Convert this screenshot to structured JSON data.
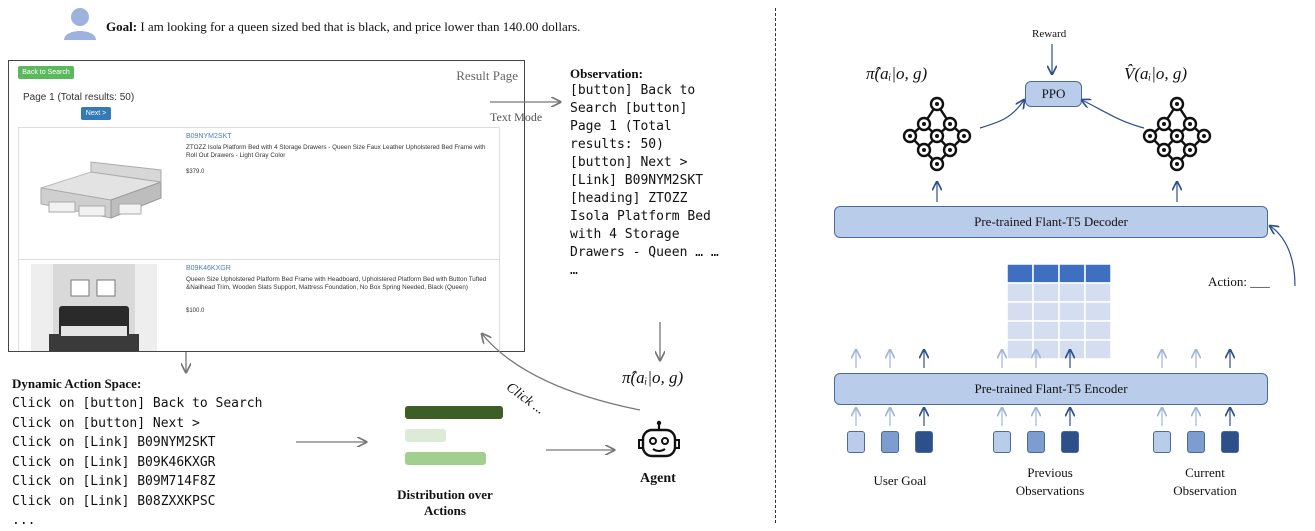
{
  "goal": {
    "label": "Goal:",
    "text": "I am looking for a queen sized bed that is black, and price lower than 140.00 dollars."
  },
  "webpage": {
    "back_button": "Back to Search",
    "result_page_label": "Result Page",
    "page_info": "Page 1 (Total results: 50)",
    "next_button": "Next >",
    "items": [
      {
        "asin": "B09NYM2SKT",
        "description": "ZTOZZ Isola Platform Bed with 4 Storage Drawers - Queen Size Faux Leather Upholstered Bed Frame with Roll Out Drawers - Light Gray Color",
        "price": "$379.0"
      },
      {
        "asin": "B09K46KXGR",
        "description": "Queen Size Upholstered Platform Bed Frame with Headboard, Upholstered Platform Bed with Button Tufted &Nailhead Trim, Wooden Slats Support, Mattress Foundation, No Box Spring Needed, Black (Queen)",
        "price": "$100.0"
      }
    ]
  },
  "text_mode_label": "Text Mode",
  "observation": {
    "title": "Observation:",
    "text": "[button] Back to\nSearch [button]\nPage 1 (Total\nresults: 50)\n[button] Next >\n[Link] B09NYM2SKT\n[heading] ZTOZZ\nIsola Platform Bed\nwith 4 Storage\nDrawers - Queen … …\n…"
  },
  "action_space": {
    "title": "Dynamic Action Space:",
    "lines": "Click on [button] Back to Search\nClick on [button] Next >\nClick on [Link] B09NYM2SKT\nClick on [Link] B09K46KXGR\nClick on [Link] B09M714F8Z\nClick on [Link] B08ZXXKPSC\n..."
  },
  "distribution_label": "Distribution over Actions",
  "distribution_bars": [
    {
      "value": 1.0,
      "color": "#3d5e26"
    },
    {
      "value": 0.42,
      "color": "#dcebd5"
    },
    {
      "value": 0.83,
      "color": "#a3cf8e"
    }
  ],
  "click_label": "Click ...",
  "agent": {
    "policy": "π̂(aᵢ|o, g)",
    "label": "Agent"
  },
  "right": {
    "reward_label": "Reward",
    "ppo_label": "PPO",
    "policy_label": "π̂(aᵢ|o, g)",
    "value_label": "V̂(aᵢ|o, g)",
    "decoder_label": "Pre-trained Flant-T5 Decoder",
    "encoder_label": "Pre-trained Flant-T5 Encoder",
    "action_label": "Action: ___",
    "groups": [
      {
        "label": "User Goal"
      },
      {
        "label": "Previous\nObservations"
      },
      {
        "label": "Current\nObservation"
      }
    ],
    "colors": {
      "light": "#b9cdea",
      "mid": "#7d9dd0",
      "dark": "#2d4f8a",
      "table_header": "#3f6fc0",
      "table_row": "#d4def0"
    }
  }
}
